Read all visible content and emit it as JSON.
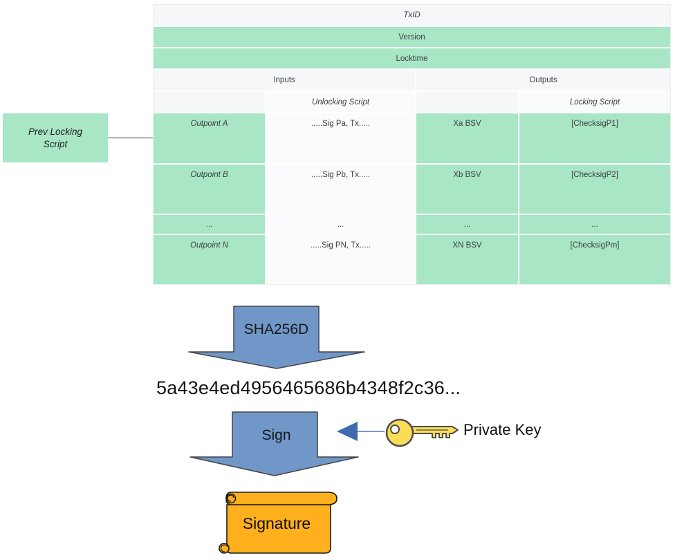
{
  "table": {
    "txid": "TxID",
    "version": "Version",
    "locktime": "Locktime",
    "inputs_label": "Inputs",
    "outputs_label": "Outputs",
    "unlocking_label": "Unlocking Script",
    "locking_label": "Locking Script",
    "rows": [
      {
        "outpoint": "Outpoint A",
        "unlocking": ".....Sig Pa, Tx.....",
        "amount": "Xa BSV",
        "locking": "[ChecksigP1]"
      },
      {
        "outpoint": "Outpoint B",
        "unlocking": ".....Sig Pb, Tx.....",
        "amount": "Xb BSV",
        "locking": "[ChecksigP2]"
      },
      {
        "outpoint": "...",
        "unlocking": "...",
        "amount": "...",
        "locking": "..."
      },
      {
        "outpoint": "Outpoint N",
        "unlocking": ".....Sig PN, Tx.....",
        "amount": "XN BSV",
        "locking": "[ChecksigPm]"
      }
    ]
  },
  "prev_box": {
    "label": "Prev Locking Script"
  },
  "flow": {
    "sha_label": "SHA256D",
    "hash": "5a43e4ed4956465686b4348f2c36...",
    "sign_label": "Sign",
    "private_key_label": "Private Key",
    "signature_label": "Signature"
  },
  "icons": {
    "sha_arrow": "down-arrow-icon",
    "sign_arrow": "down-arrow-icon",
    "key_pointer": "left-arrow-icon",
    "private_key": "key-icon",
    "signature": "scroll-icon"
  },
  "colors": {
    "table_green": "#a8e6c5",
    "table_gray": "#f6f7f9",
    "table_offwhite": "#fafbfc",
    "arrow_blue": "#7097c8",
    "arrow_outline": "#444444",
    "pointer_blue": "#3c6cab",
    "connector_blue": "#7b9cc6",
    "key_yellow": "#fbdc57",
    "scroll_orange": "#ffb01c"
  }
}
